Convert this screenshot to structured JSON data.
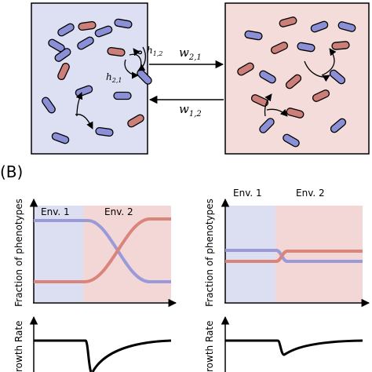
{
  "panel_b_label": "(B)",
  "top": {
    "env1_label": "",
    "env2_label": "",
    "switch_top": "w",
    "switch_top_sub": "2,1",
    "switch_bottom": "w",
    "switch_bottom_sub": "1,2",
    "h12": "h",
    "h12_sub": "1,2",
    "h21": "h",
    "h21_sub": "2,1"
  },
  "plots": {
    "left": {
      "env1": "Env. 1",
      "env2": "Env. 2"
    },
    "right": {
      "env1": "Env. 1",
      "env2": "Env. 2"
    },
    "ylabel_fraction": "Fraction of phenotypes",
    "ylabel_growth": "rowth Rate"
  },
  "colors": {
    "env1_box": "#dde0f3",
    "env2_box": "#f3dcda",
    "blue_cell": "#8b90d6",
    "red_cell": "#cc7f78",
    "blue_line": "#9a9ad8",
    "red_line": "#d9857c",
    "env1_plot": "#dcdff2",
    "env2_plot": "#f3d7d6"
  }
}
